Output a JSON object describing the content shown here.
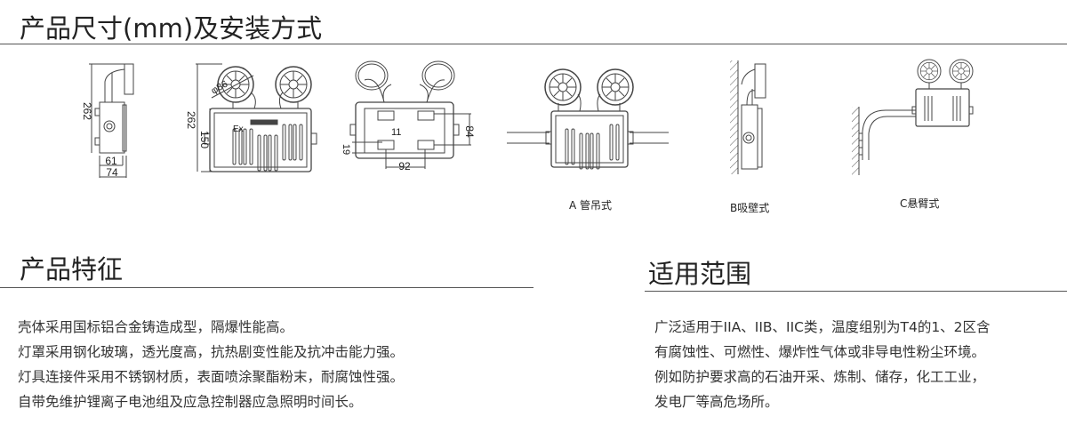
{
  "dimensions_section": {
    "title": "产品尺寸(mm)及安装方式",
    "dims": {
      "side_height": "262",
      "side_depth_inner": "61",
      "side_depth_outer": "74",
      "front_height": "262",
      "front_box_height": "150",
      "lamp_diameter": "φ86",
      "back_hole_spacing_v": "84",
      "back_hole_dim": "11",
      "back_offset": "19",
      "back_hole_spacing_h": "92"
    },
    "box_marking": "Ex",
    "installs": [
      {
        "label": "A 管吊式"
      },
      {
        "label": "B吸壁式"
      },
      {
        "label": "C悬臂式"
      }
    ]
  },
  "features": {
    "title": "产品特征",
    "lines": [
      "壳体采用国标铝合金铸造成型，隔爆性能高。",
      "灯罩采用钢化玻璃，透光度高，抗热剧变性能及抗冲击能力强。",
      "灯具连接件采用不锈钢材质，表面喷涂聚酯粉末，耐腐蚀性强。",
      "自带免维护锂离子电池组及应急控制器应急照明时间长。"
    ]
  },
  "applications": {
    "title": "适用范围",
    "lines": [
      "广泛适用于IIA、IIB、IIC类，温度组别为T4的1、2区含",
      "有腐蚀性、可燃性、爆炸性气体或非导电性粉尘环境。",
      "例如防护要求高的石油开采、炼制、储存，化工工业，",
      "发电厂等高危场所。"
    ]
  }
}
